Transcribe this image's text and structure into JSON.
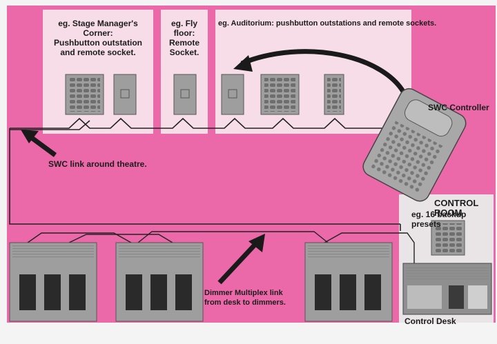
{
  "colors": {
    "background_pink": "#ec69a9",
    "zone_panel": "#f6dde8",
    "control_room_panel": "#e9e4e6",
    "equipment_grey": "#9e9e9e",
    "cable": "#222222"
  },
  "zones": [
    {
      "label_line1": "eg. Stage Manager's Corner:",
      "label_line2": "Pushbutton outstation",
      "label_line3": "and remote socket."
    },
    {
      "label_line1": "eg. Fly floor:",
      "label_line2": "Remote",
      "label_line3": "Socket."
    },
    {
      "label_line1": "eg. Auditorium: pushbutton outstations and remote sockets."
    }
  ],
  "labels": {
    "swc_controller": "SWC Controller",
    "swc_link": "SWC link around theatre.",
    "control_room_title": "CONTROL ROOM",
    "control_room_sub": "eg. 16 backup presets",
    "dimmer_link_line1": "Dimmer Multiplex link",
    "dimmer_link_line2": "from desk to dimmers.",
    "control_desk": "Control Desk"
  },
  "icons": {
    "outstation": "pushbutton-panel-icon",
    "socket": "remote-socket-icon",
    "controller": "handheld-remote-icon",
    "dimmer": "dimmer-rack-icon",
    "desk": "lighting-desk-icon",
    "arrow": "arrow-icon"
  }
}
